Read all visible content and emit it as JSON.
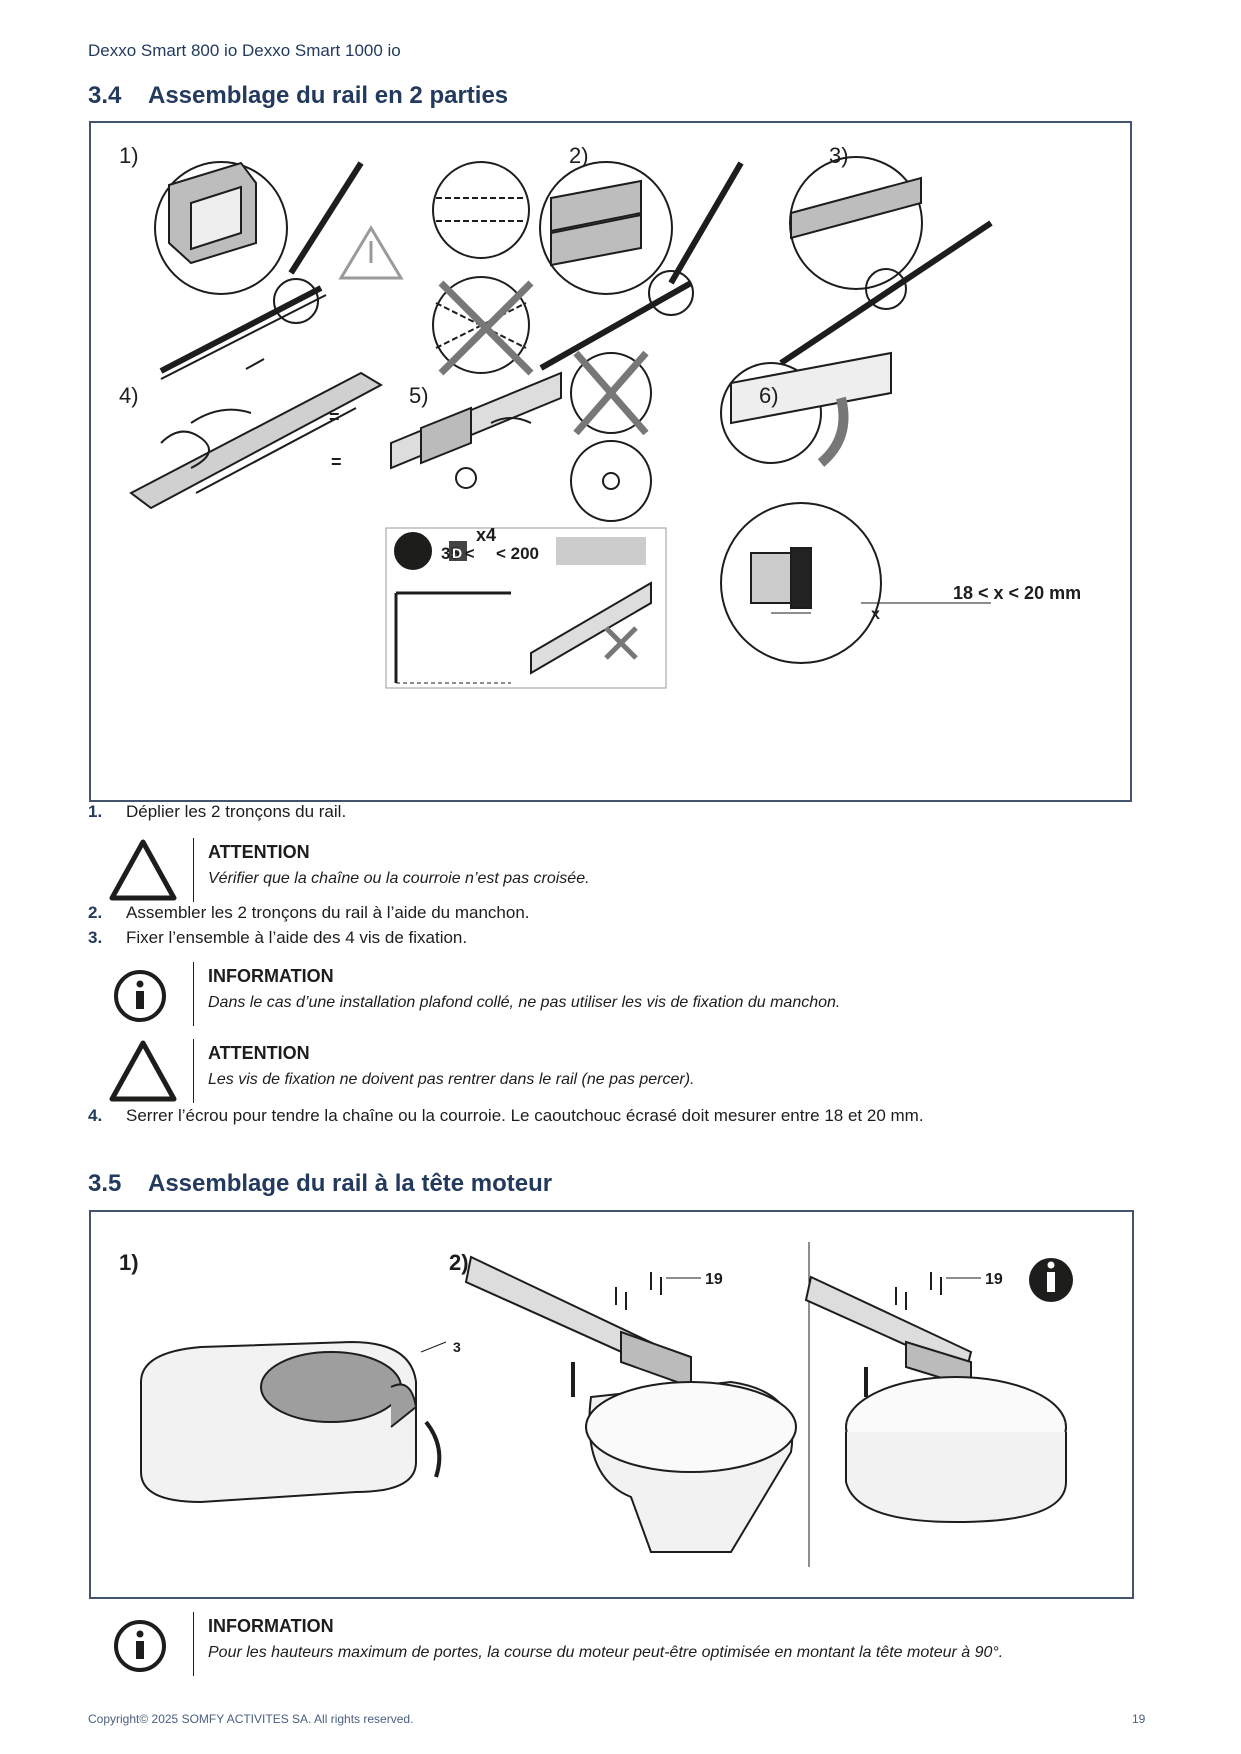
{
  "header": {
    "doc_title": "Dexxo Smart 800 io Dexxo Smart 1000 io"
  },
  "section_34": {
    "number": "3.4",
    "title": "Assemblage du rail en 2 parties",
    "figure": {
      "labels": [
        "1)",
        "2)",
        "3)",
        "4)",
        "5)",
        "6)"
      ],
      "x4": "x4",
      "equals": "=",
      "info_d_left": "35 <",
      "info_d_letter": "D",
      "info_d_right": "< 200",
      "x_range": "18 < x < 20 mm",
      "x_letter": "x"
    },
    "steps": [
      {
        "num": "1.",
        "text": "Déplier les 2 tronçons du rail."
      },
      {
        "num": "2.",
        "text": "Assembler les 2 tronçons du rail à l’aide du manchon."
      },
      {
        "num": "3.",
        "text": "Fixer l’ensemble à l’aide des 4 vis de fixation."
      },
      {
        "num": "4.",
        "text": "Serrer l’écrou pour tendre la chaîne ou la courroie. Le caoutchouc écrasé doit mesurer entre 18 et 20 mm."
      }
    ],
    "callouts": [
      {
        "type": "warning",
        "title": "ATTENTION",
        "text": "Vérifier que la chaîne ou la courroie n’est pas croisée."
      },
      {
        "type": "info",
        "title": "INFORMATION",
        "text": "Dans le cas d’une installation plafond collé, ne pas utiliser les vis de fixation du manchon."
      },
      {
        "type": "warning",
        "title": "ATTENTION",
        "text": "Les vis de fixation ne doivent pas rentrer dans le rail (ne pas percer)."
      }
    ]
  },
  "section_35": {
    "number": "3.5",
    "title": "Assemblage du rail à la tête moteur",
    "figure": {
      "label_1": "1)",
      "label_2": "2)",
      "part_3": "3",
      "part_19a": "19",
      "part_19b": "19"
    },
    "callout": {
      "type": "info",
      "title": "INFORMATION",
      "text": "Pour les hauteurs maximum de portes, la course du moteur peut-être optimisée en montant la tête moteur à 90°."
    }
  },
  "footer": {
    "copyright": "Copyright© 2025 SOMFY ACTIVITES SA. All rights reserved.",
    "page": "19"
  },
  "colors": {
    "heading": "#233a5e",
    "frame": "#44546f",
    "text": "#1d1d1b"
  },
  "icons": {
    "warning": "warning-triangle-icon",
    "info": "info-circle-icon"
  }
}
